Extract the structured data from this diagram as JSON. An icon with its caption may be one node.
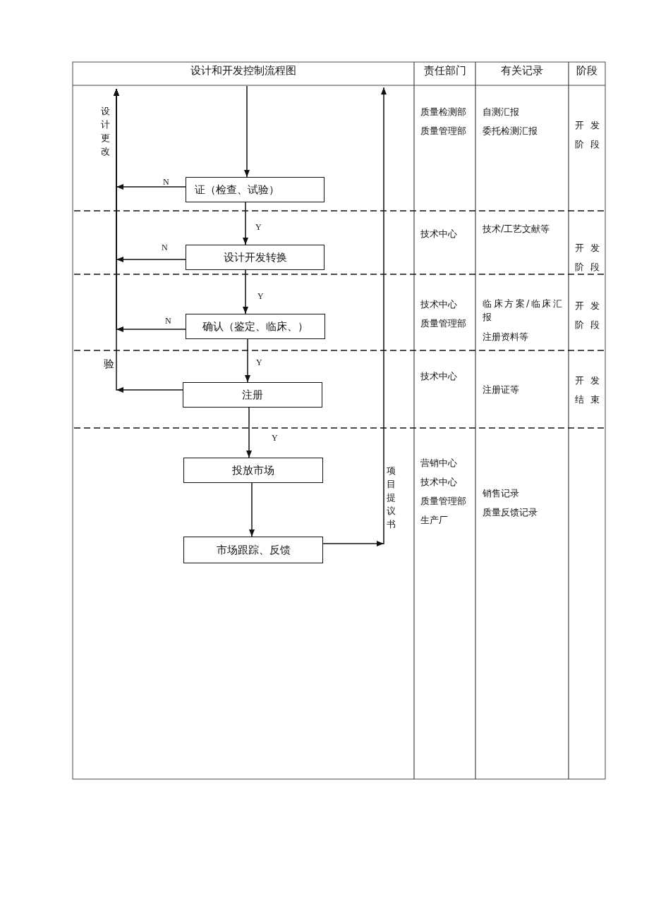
{
  "diagram": {
    "nodes": [
      {
        "text": [
          "证（检查、试验）"
        ]
      },
      {
        "text": [
          "设计开发转换"
        ]
      },
      {
        "text": [
          "确认（鉴定、临床、）"
        ]
      },
      {
        "text": [
          "注册"
        ]
      },
      {
        "text": [
          "投放市场"
        ]
      },
      {
        "text": [
          "市场跟踪、反馈"
        ]
      }
    ],
    "edges": [
      {
        "from": null,
        "to": 0,
        "arrow": "to"
      },
      {
        "from": 0,
        "to": 1,
        "arrow": "to",
        "label": "Y"
      },
      {
        "from": 1,
        "to": 2,
        "arrow": "to",
        "label": "Y"
      },
      {
        "from": 2,
        "to": 3,
        "arrow": "to",
        "label": "Y"
      },
      {
        "from": 3,
        "to": 4,
        "arrow": "to",
        "label": "Y"
      },
      {
        "from": 4,
        "to": 5,
        "arrow": "to"
      },
      {
        "from": 0,
        "to": null,
        "arrow": "to",
        "label": "N"
      },
      {
        "from": 1,
        "to": null,
        "arrow": "to",
        "label": "N"
      },
      {
        "from": 2,
        "to": null,
        "arrow": "to",
        "label": "N"
      },
      {
        "from": 3,
        "to": null,
        "arrow": "to"
      },
      {
        "from": 5,
        "to": null,
        "arrow": "to",
        "label": "项目提议书"
      }
    ],
    "labels": [
      "设计和开发控制流程图",
      "责任部门",
      "有关记录",
      "阶段",
      "设计更改",
      "质量检测部",
      "质量管理部",
      "自测汇报",
      "委托检测汇报",
      "开发阶段",
      "技术中心",
      "技术/工艺文献等",
      "开发阶段",
      "技术中心",
      "质量管理部",
      "临床方案/临床汇报",
      "注册资料等",
      "开发阶段",
      "验",
      "技术中心",
      "注册证等",
      "开发结束",
      "营销中心",
      "技术中心",
      "质量管理部",
      "生产厂",
      "销售记录",
      "质量反馈记录"
    ]
  }
}
